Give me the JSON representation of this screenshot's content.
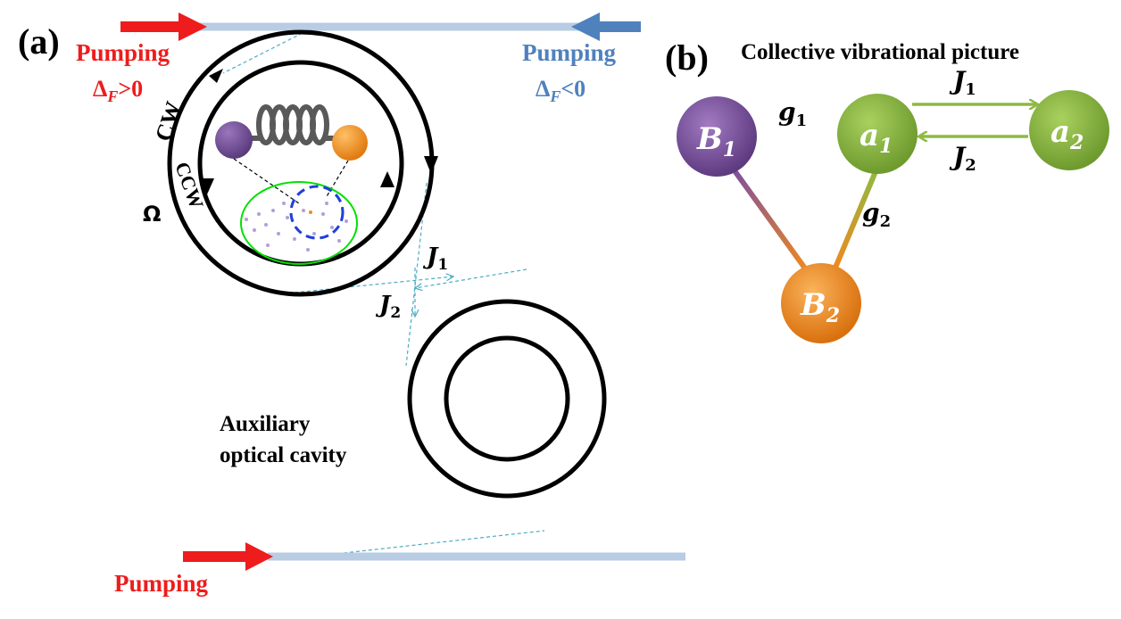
{
  "panel_a": {
    "label": "(a)",
    "pump_left": {
      "title": "Pumping",
      "delta": "Δ",
      "sub": "F",
      "cond": ">0",
      "color": "#ee1c1c"
    },
    "pump_right": {
      "title": "Pumping",
      "delta": "Δ",
      "sub": "F",
      "cond": "<0",
      "color": "#4f81bd"
    },
    "pump_bottom": {
      "title": "Pumping",
      "color": "#ee1c1c"
    },
    "cw": "CW",
    "ccw": "CCW",
    "omega": "Ω",
    "j1": {
      "base": "J",
      "sub": "1"
    },
    "j2": {
      "base": "J",
      "sub": "2"
    },
    "aux_line1": "Auxiliary",
    "aux_line2": "optical cavity"
  },
  "panel_b": {
    "label": "(b)",
    "title": "Collective vibrational  picture",
    "nodes": {
      "b1": {
        "base": "B",
        "sub": "1",
        "color": "#7d4f9e"
      },
      "a1": {
        "base": "a",
        "sub": "1",
        "color": "#8dba42"
      },
      "a2": {
        "base": "a",
        "sub": "2",
        "color": "#8dba42"
      },
      "b2": {
        "base": "B",
        "sub": "2",
        "color": "#f0891e"
      }
    },
    "g1": {
      "base": "g",
      "sub": "1"
    },
    "g2": {
      "base": "g",
      "sub": "2"
    },
    "j1": {
      "base": "J",
      "sub": "1"
    },
    "j2": {
      "base": "J",
      "sub": "2"
    }
  },
  "colors": {
    "waveguide": "#b8cce4",
    "coupling_dash": "#4bacc6",
    "cw_green": "#8dc63f",
    "molecule_purple": "#7d4f9e",
    "molecule_orange": "#f0891e",
    "spring": "#595959"
  }
}
